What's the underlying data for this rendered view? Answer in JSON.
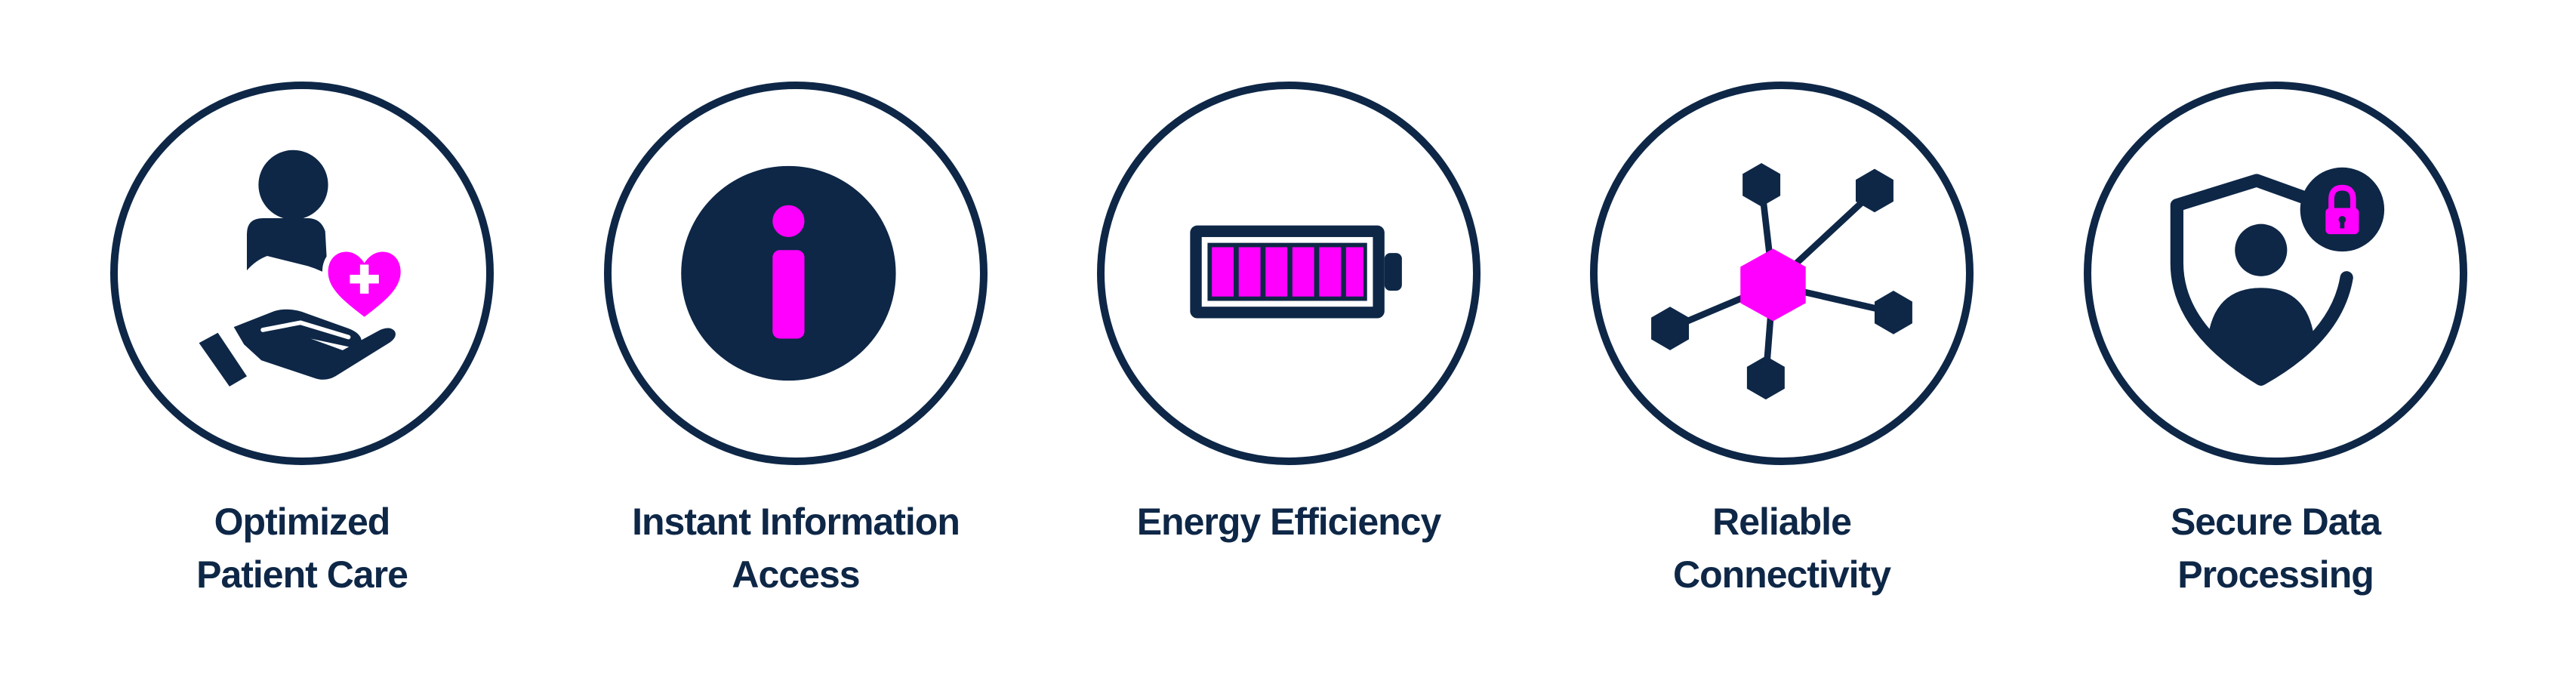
{
  "colors": {
    "navy": "#0e2747",
    "magenta": "#ff00ff",
    "background": "#ffffff"
  },
  "features": [
    {
      "icon": "patient-care-icon",
      "line1": "Optimized",
      "line2": "Patient Care"
    },
    {
      "icon": "information-icon",
      "line1": "Instant Information",
      "line2": "Access"
    },
    {
      "icon": "battery-icon",
      "line1": "Energy Efficiency",
      "line2": ""
    },
    {
      "icon": "network-icon",
      "line1": "Reliable",
      "line2": "Connectivity"
    },
    {
      "icon": "secure-user-icon",
      "line1": "Secure Data",
      "line2": "Processing"
    }
  ]
}
